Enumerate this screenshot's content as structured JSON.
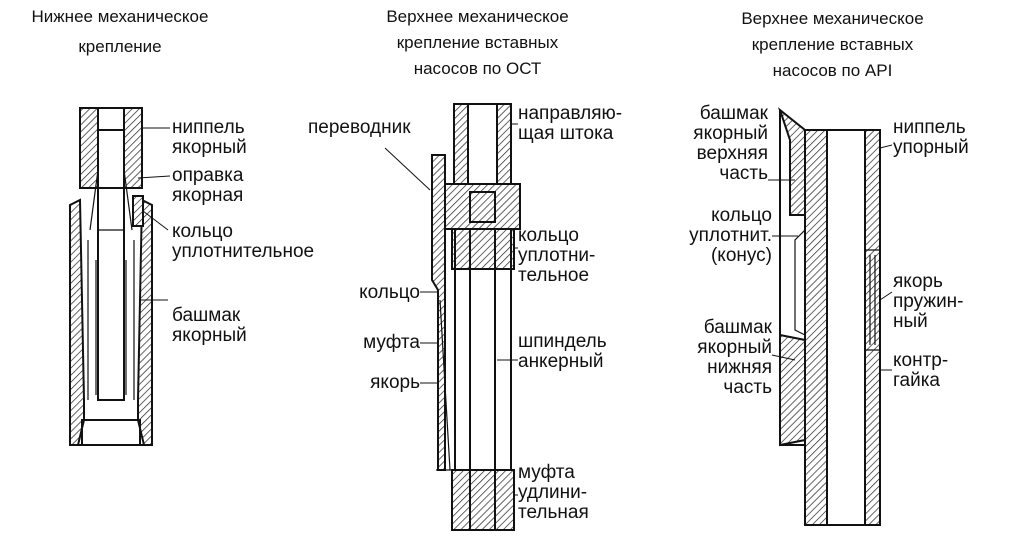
{
  "titles": {
    "left": [
      "Нижнее механическое",
      "крепление"
    ],
    "middle": [
      "Верхнее механическое",
      "крепление вставных",
      "насосов по ОСТ"
    ],
    "right": [
      "Верхнее механическое",
      "крепление вставных",
      "насосов по API"
    ]
  },
  "labels": {
    "left": {
      "nipple": [
        "ниппель",
        "якорный"
      ],
      "mandrel": [
        "оправка",
        "якорная"
      ],
      "ring": [
        "кольцо",
        "уплотнительное"
      ],
      "shoe": [
        "башмак",
        "якорный"
      ]
    },
    "middle": {
      "adapter": [
        "переводник"
      ],
      "rod_guide": [
        "направляю-",
        "щая штока"
      ],
      "ring_seal": [
        "кольцо",
        "уплотни-",
        "тельное"
      ],
      "ring": [
        "кольцо"
      ],
      "coupling": [
        "муфта"
      ],
      "anchor": [
        "якорь"
      ],
      "spindle": [
        "шпиндель",
        "анкерный"
      ],
      "ext_coupling": [
        "муфта",
        "удлини-",
        "тельная"
      ]
    },
    "right": {
      "shoe_upper": [
        "башмак",
        "якорный",
        "верхняя",
        "часть"
      ],
      "ring_cone": [
        "кольцо",
        "уплотнит.",
        "(конус)"
      ],
      "shoe_lower": [
        "башмак",
        "якорный",
        "нижняя",
        "часть"
      ],
      "nipple_stop": [
        "ниппель",
        "упорный"
      ],
      "spring_anchor": [
        "якорь",
        "пружин-",
        "ный"
      ],
      "locknut": [
        "контр-",
        "гайка"
      ]
    }
  }
}
